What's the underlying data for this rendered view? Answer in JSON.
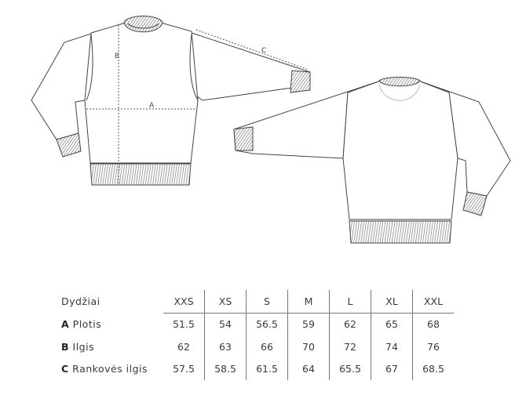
{
  "diagram": {
    "labels": {
      "a": "A",
      "b": "B",
      "c": "C"
    },
    "views": [
      "front",
      "back"
    ]
  },
  "table": {
    "header": "Dydžiai",
    "sizes": [
      "XXS",
      "XS",
      "S",
      "M",
      "L",
      "XL",
      "XXL"
    ],
    "rows": [
      {
        "letter": "A",
        "label": "Plotis",
        "values": [
          "51.5",
          "54",
          "56.5",
          "59",
          "62",
          "65",
          "68"
        ]
      },
      {
        "letter": "B",
        "label": "Ilgis",
        "values": [
          "62",
          "63",
          "66",
          "70",
          "72",
          "74",
          "76"
        ]
      },
      {
        "letter": "C",
        "label": "Rankovės ilgis",
        "values": [
          "57.5",
          "58.5",
          "61.5",
          "64",
          "65.5",
          "67",
          "68.5"
        ]
      }
    ]
  }
}
